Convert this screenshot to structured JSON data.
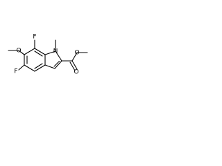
{
  "molecule": {
    "atoms": {
      "f_top": "F",
      "n_ring": "N",
      "o_methoxy": "O",
      "f_bottom": "F",
      "o_carbonyl": "O",
      "o_ester": "O"
    }
  }
}
